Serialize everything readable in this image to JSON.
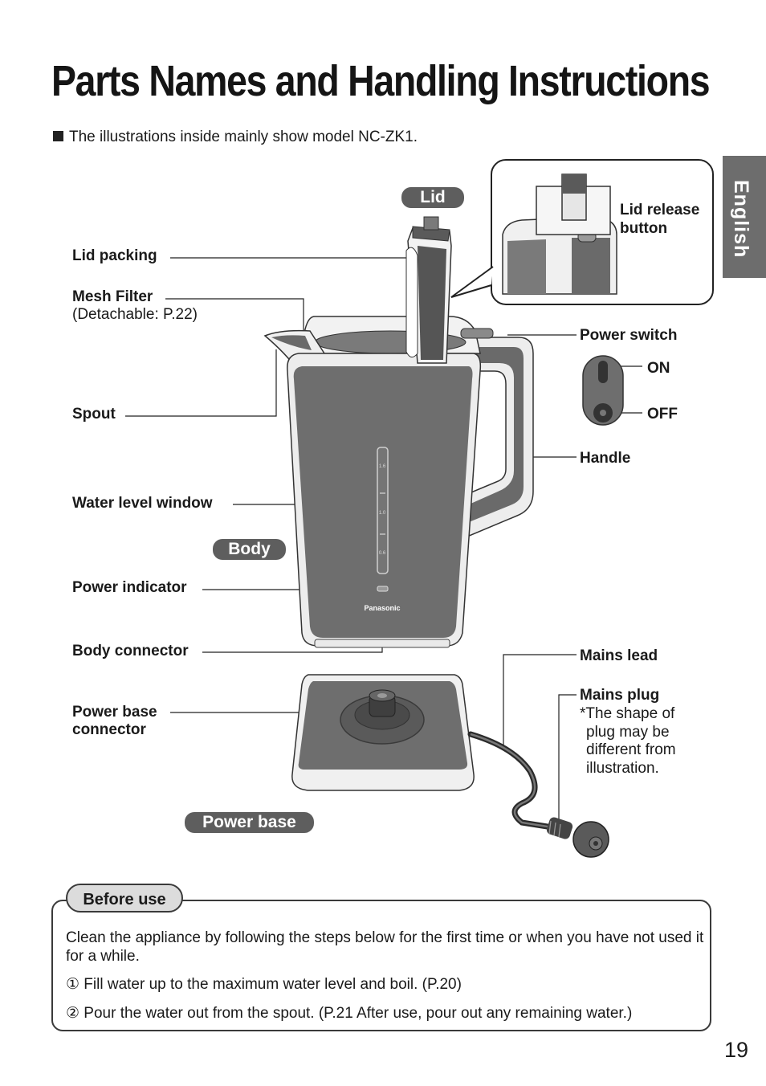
{
  "page": {
    "title": "Parts Names and Handling Instructions",
    "note": "The illustrations inside mainly show model NC-ZK1.",
    "language_tab": "English",
    "page_number": "19"
  },
  "sections": {
    "lid": "Lid",
    "body": "Body",
    "power_base": "Power base"
  },
  "labels": {
    "lid_packing": "Lid packing",
    "mesh_filter": "Mesh Filter",
    "mesh_filter_sub": "(Detachable: P.22)",
    "spout": "Spout",
    "water_level_window": "Water level window",
    "power_indicator": "Power indicator",
    "body_connector": "Body connector",
    "power_base_connector_1": "Power base",
    "power_base_connector_2": "connector",
    "lid_release_button_1": "Lid release",
    "lid_release_button_2": "button",
    "power_switch": "Power switch",
    "on": "ON",
    "off": "OFF",
    "handle": "Handle",
    "mains_lead": "Mains lead",
    "mains_plug": "Mains plug",
    "mains_plug_note_1": "*The shape of",
    "mains_plug_note_2": "plug may be",
    "mains_plug_note_3": "different from",
    "mains_plug_note_4": "illustration."
  },
  "illustration_text": {
    "brand": "Panasonic",
    "scale_max": "1.6",
    "scale_mid": "1.0",
    "scale_low": "0.6"
  },
  "before_use": {
    "heading": "Before use",
    "intro": "Clean the appliance by following the steps below for the first time or when you have not used it for a while.",
    "step1": "①  Fill water up to the maximum water level and boil. (P.20)",
    "step2": "② Pour the water out from the spout. (P.21 After use, pour out any remaining water.)"
  },
  "colors": {
    "body_gray": "#6e6e6e",
    "tab_gray": "#6d6d6d",
    "pill_gray": "#5e5e5e"
  }
}
